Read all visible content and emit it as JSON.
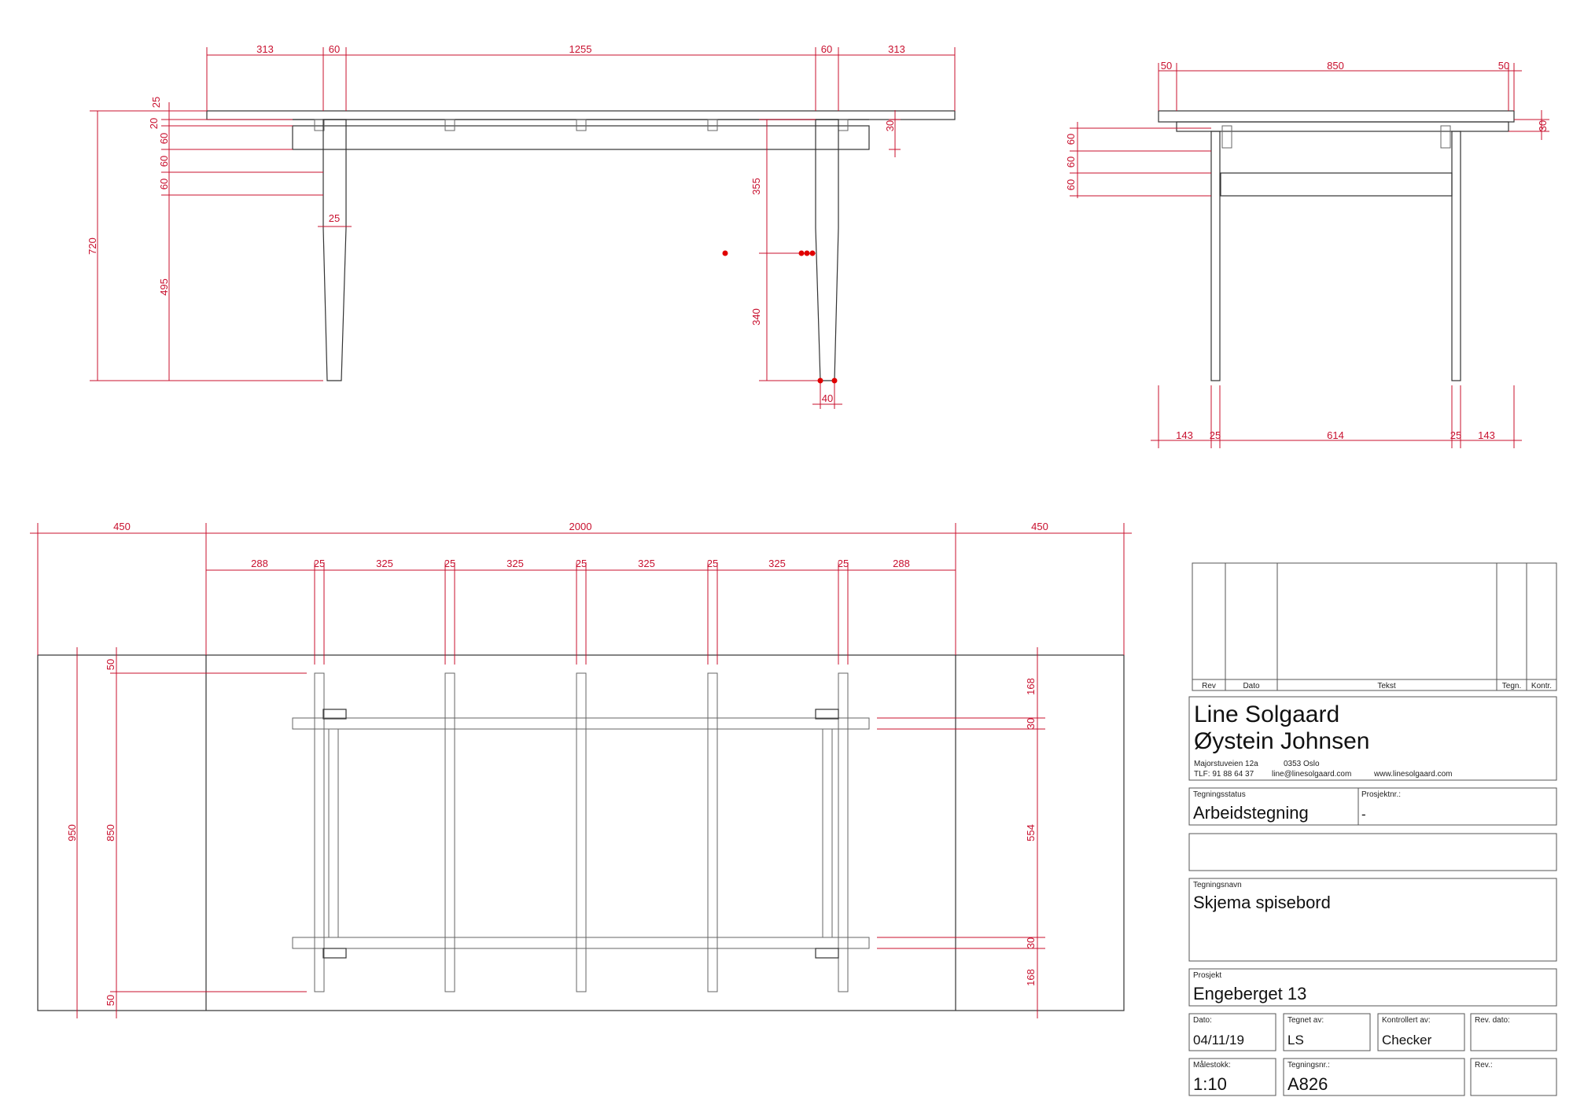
{
  "front_view": {
    "top_dims": [
      "313",
      "60",
      "1255",
      "60",
      "313"
    ],
    "left_dims": [
      "25",
      "20",
      "60",
      "60",
      "60",
      "720",
      "495"
    ],
    "inner_dims": [
      "25",
      "355",
      "340",
      "30",
      "40"
    ]
  },
  "side_view": {
    "top_dims": [
      "50",
      "850",
      "50"
    ],
    "left_dims": [
      "60",
      "60",
      "60"
    ],
    "right_dim": "30",
    "bottom_dims": [
      "143",
      "25",
      "614",
      "25",
      "143"
    ]
  },
  "plan_view": {
    "overall_dims": [
      "450",
      "2000",
      "450"
    ],
    "leg_dims": [
      "288",
      "25",
      "325",
      "25",
      "325",
      "25",
      "325",
      "25",
      "325",
      "25",
      "288"
    ],
    "left_dims": [
      "950",
      "50",
      "850",
      "50"
    ],
    "right_dims": [
      "168",
      "30",
      "554",
      "30",
      "168"
    ]
  },
  "title_block": {
    "rev_headers": [
      "Rev",
      "Dato",
      "Tekst",
      "Tegn.",
      "Kontr."
    ],
    "firm_line1": "Line Solgaard",
    "firm_line2": "Øystein Johnsen",
    "address": "Majorstuveien 12a",
    "postal": "0353 Oslo",
    "phone": "TLF: 91 88 64 37",
    "email": "line@linesolgaard.com",
    "web": "www.linesolgaard.com",
    "status_label": "Tegningsstatus",
    "status_value": "Arbeidstegning",
    "projectno_label": "Prosjektnr.:",
    "projectno_value": "-",
    "drawingname_label": "Tegningsnavn",
    "drawingname_value": "Skjema spisebord",
    "project_label": "Prosjekt",
    "project_value": "Engeberget 13",
    "date_label": "Dato:",
    "date_value": "04/11/19",
    "drawn_label": "Tegnet av:",
    "drawn_value": "LS",
    "checked_label": "Kontrollert av:",
    "checked_value": "Checker",
    "revdate_label": "Rev. dato:",
    "scale_label": "Målestokk:",
    "scale_value": "1:10",
    "drawingno_label": "Tegningsnr.:",
    "drawingno_value": "A826",
    "rev_label": "Rev.:"
  }
}
